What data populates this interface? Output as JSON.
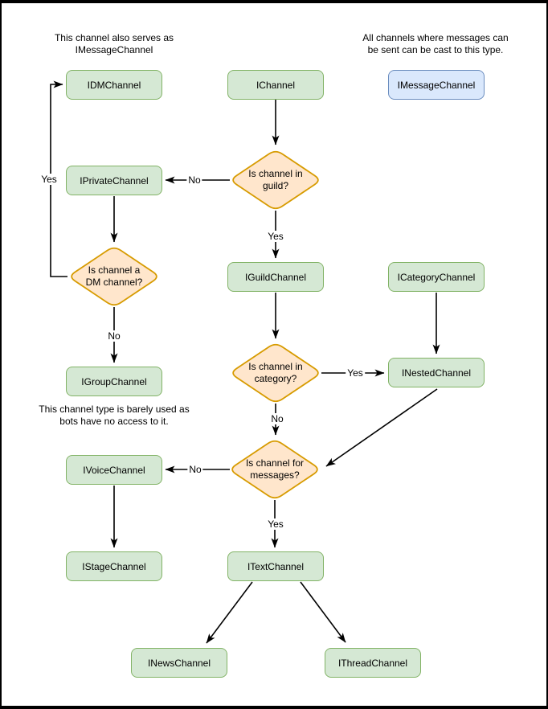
{
  "colors": {
    "frame": "#000000",
    "edge": "#000000",
    "node_fill": "#d5e8d4",
    "node_border": "#82b366",
    "decision_fill": "#ffe6cc",
    "decision_border": "#d79b00",
    "highlight_fill": "#dae8fc",
    "highlight_border": "#6c8ebf"
  },
  "notes": {
    "dm": "This channel also serves as\nIMessageChannel",
    "message": "All channels where messages can\nbe sent can be cast to this type.",
    "group": "This channel type is barely used as\nbots have no access to it."
  },
  "nodes": {
    "idm": "IDMChannel",
    "ichannel": "IChannel",
    "imessage": "IMessageChannel",
    "iprivate": "IPrivateChannel",
    "iguild": "IGuildChannel",
    "icategory": "ICategoryChannel",
    "igroup": "IGroupChannel",
    "inested": "INestedChannel",
    "ivoice": "IVoiceChannel",
    "istage": "IStageChannel",
    "itext": "ITextChannel",
    "inews": "INewsChannel",
    "ithread": "IThreadChannel"
  },
  "decisions": {
    "guild": "Is channel in\nguild?",
    "dm": "Is channel a\nDM channel?",
    "category": "Is channel in\ncategory?",
    "messages": "Is channel for\nmessages?"
  },
  "edge_labels": {
    "guild_yes": "Yes",
    "guild_no": "No",
    "dm_yes": "Yes",
    "dm_no": "No",
    "category_yes": "Yes",
    "category_no": "No",
    "messages_yes": "Yes",
    "messages_no": "No"
  }
}
